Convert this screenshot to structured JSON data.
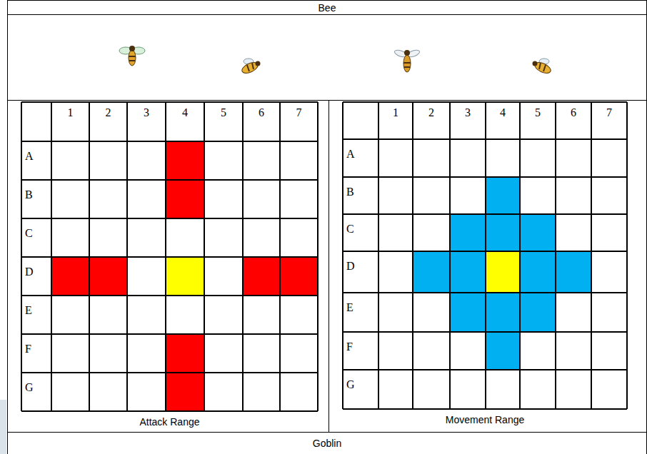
{
  "diagram": {
    "title": "Bee",
    "labels": [
      "1",
      "2",
      "3",
      "4",
      "5",
      "6",
      "7",
      "A",
      "B",
      "C",
      "D",
      "E",
      "F",
      "G",
      "Attack Range",
      "1",
      "2",
      "3",
      "4",
      "5",
      "6",
      "7",
      "A",
      "B",
      "C",
      "D",
      "E",
      "F",
      "G",
      "Movement Range",
      "Goblin"
    ]
  }
}
